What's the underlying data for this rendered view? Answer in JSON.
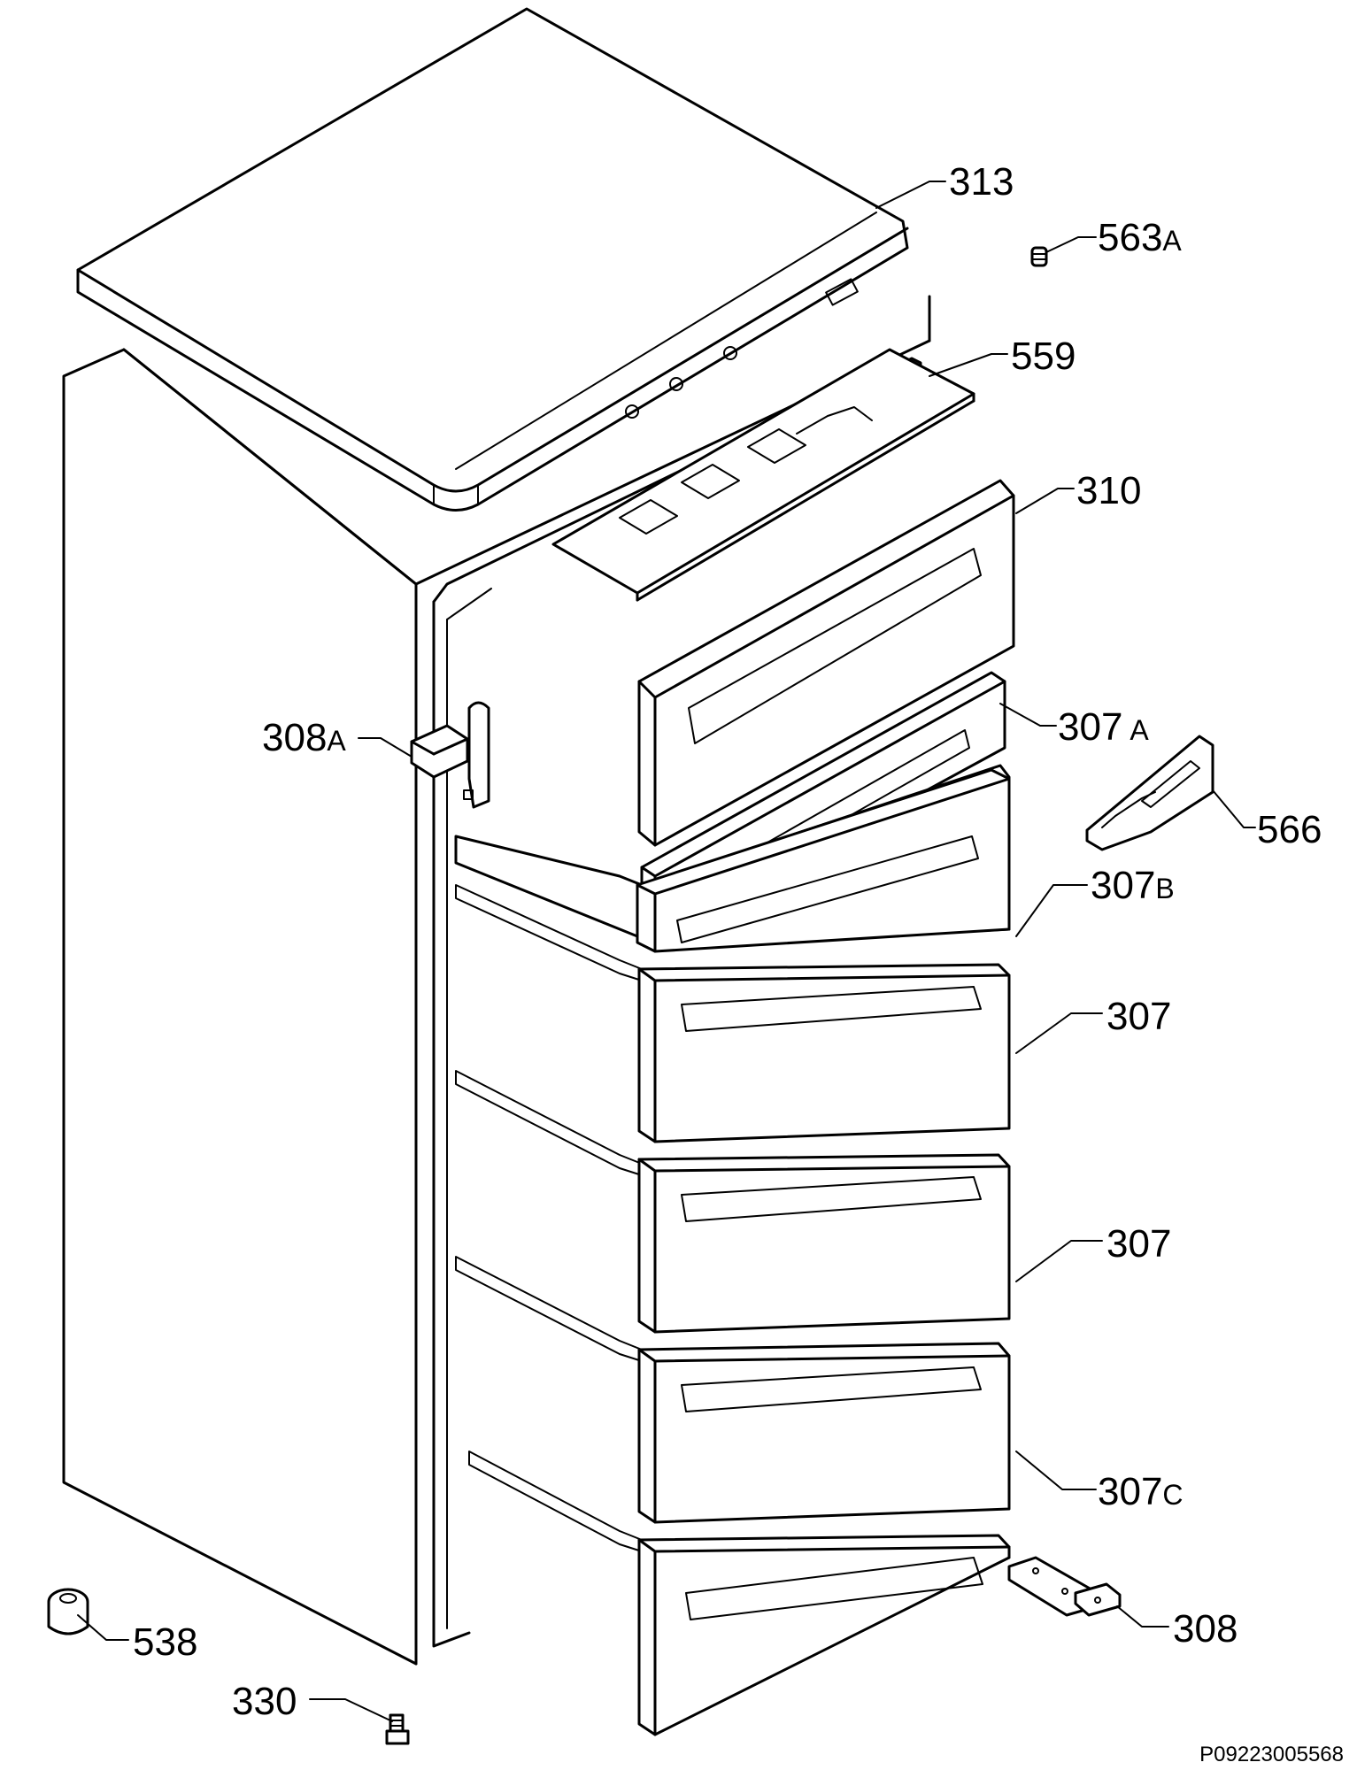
{
  "parts": [
    {
      "id": "p313",
      "number": "313",
      "suffix": ""
    },
    {
      "id": "p563a",
      "number": "563",
      "suffix": "A"
    },
    {
      "id": "p559",
      "number": "559",
      "suffix": ""
    },
    {
      "id": "p310",
      "number": "310",
      "suffix": ""
    },
    {
      "id": "p308a",
      "number": "308",
      "suffix": "A"
    },
    {
      "id": "p307a",
      "number": "307",
      "suffix": "A"
    },
    {
      "id": "p566",
      "number": "566",
      "suffix": ""
    },
    {
      "id": "p307b",
      "number": "307",
      "suffix": "B"
    },
    {
      "id": "p307_1",
      "number": "307",
      "suffix": ""
    },
    {
      "id": "p307_2",
      "number": "307",
      "suffix": ""
    },
    {
      "id": "p307c",
      "number": "307",
      "suffix": "C"
    },
    {
      "id": "p538",
      "number": "538",
      "suffix": ""
    },
    {
      "id": "p308",
      "number": "308",
      "suffix": ""
    },
    {
      "id": "p330",
      "number": "330",
      "suffix": ""
    }
  ],
  "drawing_code": "P09223005568"
}
